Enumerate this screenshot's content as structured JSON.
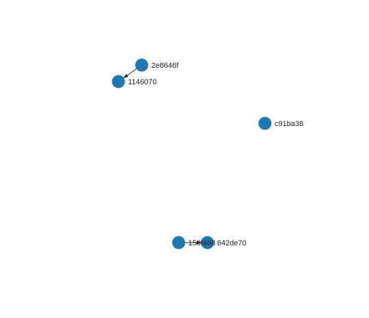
{
  "graph": {
    "node_color": "#1f77b4",
    "edge_color": "#222222",
    "nodes": [
      {
        "id": "2e8646f",
        "label": "2e8646f"
      },
      {
        "id": "1146070",
        "label": "1146070"
      },
      {
        "id": "c91ba38",
        "label": "c91ba38"
      },
      {
        "id": "150f468",
        "label": "150f468"
      },
      {
        "id": "642de70",
        "label": "642de70"
      }
    ],
    "edges": [
      {
        "source": "2e8646f",
        "target": "1146070",
        "directed": true
      },
      {
        "source": "150f468",
        "target": "642de70",
        "directed": true
      }
    ]
  }
}
